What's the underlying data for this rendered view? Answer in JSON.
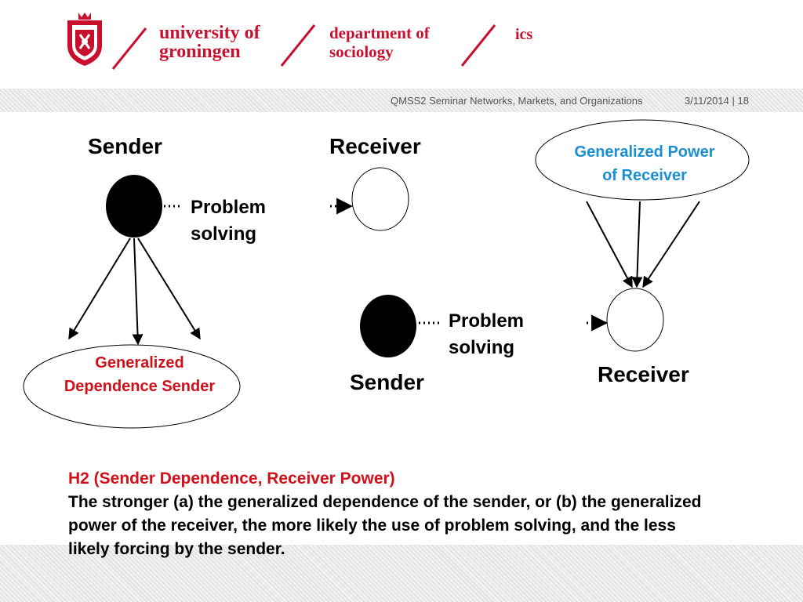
{
  "header": {
    "university": "university of\ngroningen",
    "department": "department of\nsociology",
    "institute": "ics",
    "course": "QMSS2 Seminar Networks, Markets, and Organizations",
    "date_page": "3/11/2014 | 18"
  },
  "diagram": {
    "left": {
      "sender_label": "Sender",
      "receiver_label": "Receiver",
      "problem_solving": "Problem\nsolving",
      "dependence_label": "Generalized\nDependence Sender"
    },
    "right": {
      "sender_label": "Sender",
      "receiver_label": "Receiver",
      "problem_solving": "Problem\nsolving",
      "power_label": "Generalized Power\nof Receiver"
    }
  },
  "hypothesis": {
    "title": "H2 (Sender Dependence, Receiver Power)",
    "body": "The stronger (a) the generalized dependence of the sender, or (b) the generalized power of the receiver, the more likely the use of problem solving, and the less likely forcing by the sender."
  },
  "colors": {
    "brand_red": "#c8102e",
    "dependence_red": "#d0101a",
    "power_blue": "#1a8fd3"
  }
}
